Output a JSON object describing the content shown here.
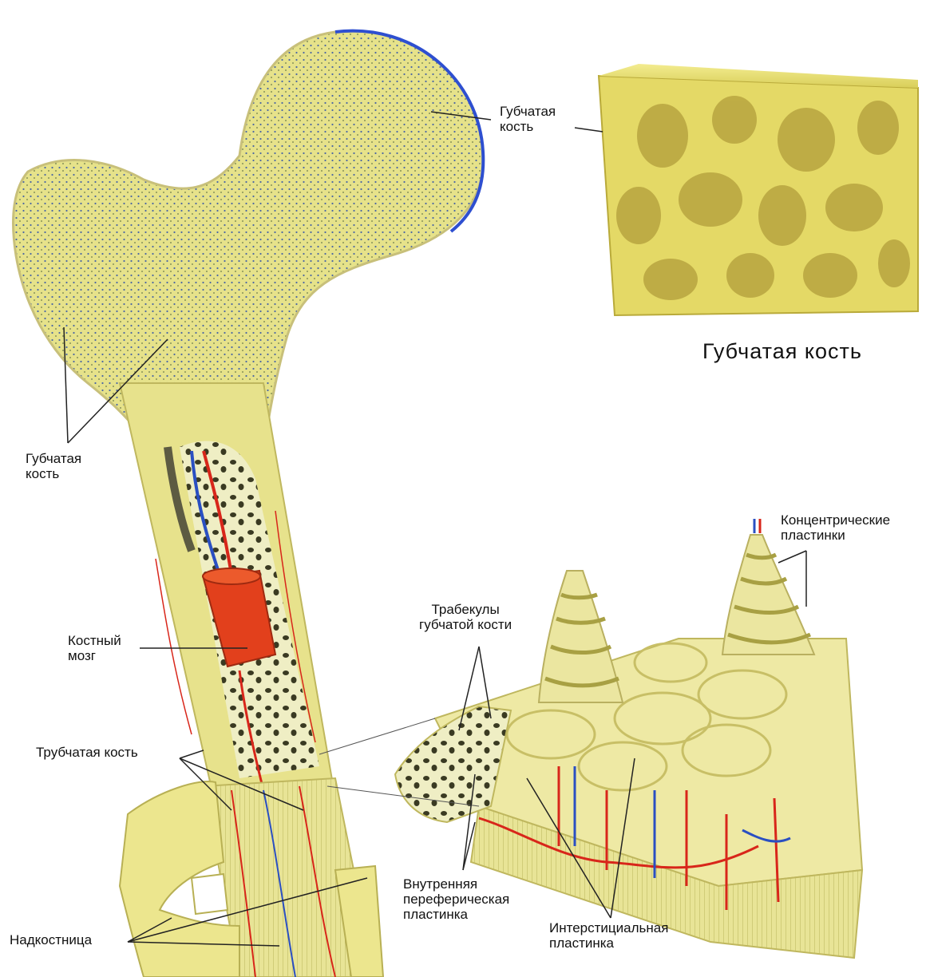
{
  "labels": {
    "spongy_top": [
      "Губчатая",
      "кость"
    ],
    "spongy_left": [
      "Губчатая",
      "кость"
    ],
    "spongy_block_caption": "Губчатая  кость",
    "bone_marrow": [
      "Костный",
      "мозг"
    ],
    "tubular_bone": "Трубчатая кость",
    "periosteum": "Надкостница",
    "trabeculae": [
      "Трабекулы",
      "губчатой кости"
    ],
    "concentric": [
      "Концентрические",
      "пластинки"
    ],
    "inner_peripheral": [
      "Внутренняя",
      "переферическая",
      "пластинка"
    ],
    "interstitial": [
      "Интерстициальная",
      "пластинка"
    ]
  },
  "colors": {
    "bone": "#e9e58f",
    "bone_dark": "#c9c25a",
    "marrow": "#e2401c",
    "artery": "#d8261a",
    "vein": "#2a4fc2",
    "dots": "#3a5b9a"
  }
}
